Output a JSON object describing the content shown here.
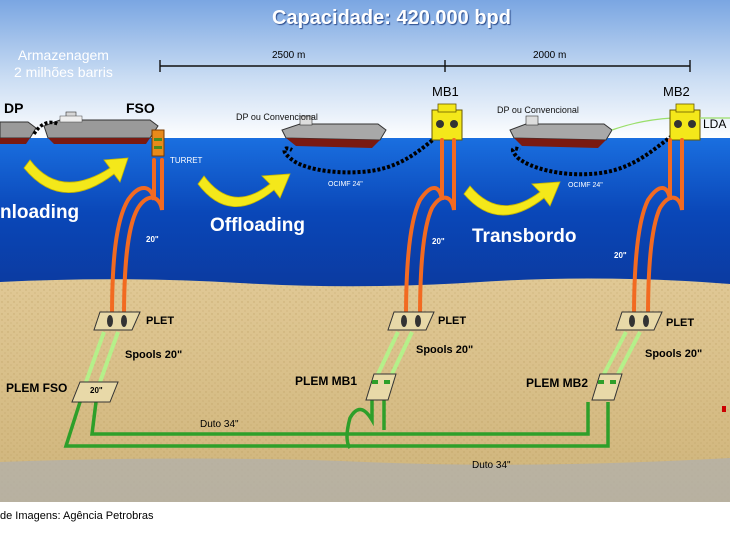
{
  "title": "Capacidade: 420.000 bpd",
  "storage": {
    "line1": "Armazenagem",
    "line2": "2 milhões barris"
  },
  "distances": {
    "first": "2500 m",
    "second": "2000 m"
  },
  "ships": {
    "dp": "DP",
    "fso": "FSO",
    "turret": "TURRET",
    "mb1": "MB1",
    "mb2": "MB2",
    "lda": "LDA",
    "dp_conv_1": "DP ou Convencional",
    "dp_conv_2": "DP ou Convencional",
    "hose_1": "OCIMF 24\"",
    "hose_2": "OCIMF 24\""
  },
  "actions": {
    "unloading": "nloading",
    "offloading": "Offloading",
    "transbordo": "Transbordo"
  },
  "risers": {
    "r1": "20\"",
    "r2": "20\"",
    "r3": "20\""
  },
  "plets": {
    "p1": "PLET",
    "p2": "PLET",
    "p3": "PLET"
  },
  "spools": {
    "s1": "Spools 20\"",
    "s2": "Spools 20\"",
    "s3": "Spools 20\""
  },
  "plems": {
    "fso": "PLEM FSO",
    "fso_size": "20\"",
    "mb1": "PLEM MB1",
    "mb2": "PLEM MB2"
  },
  "ducts": {
    "d1": "Duto 34\"",
    "d2": "Duto 34\""
  },
  "credit": "de Imagens: Agência Petrobras",
  "colors": {
    "sea": "#0a47b8",
    "sky": "#ffffff",
    "seabed": "#d9bf86",
    "riser": "#f26a21",
    "pipeline": "#35b130",
    "spool": "#b5f08a",
    "arrow": "#f4e81a"
  }
}
